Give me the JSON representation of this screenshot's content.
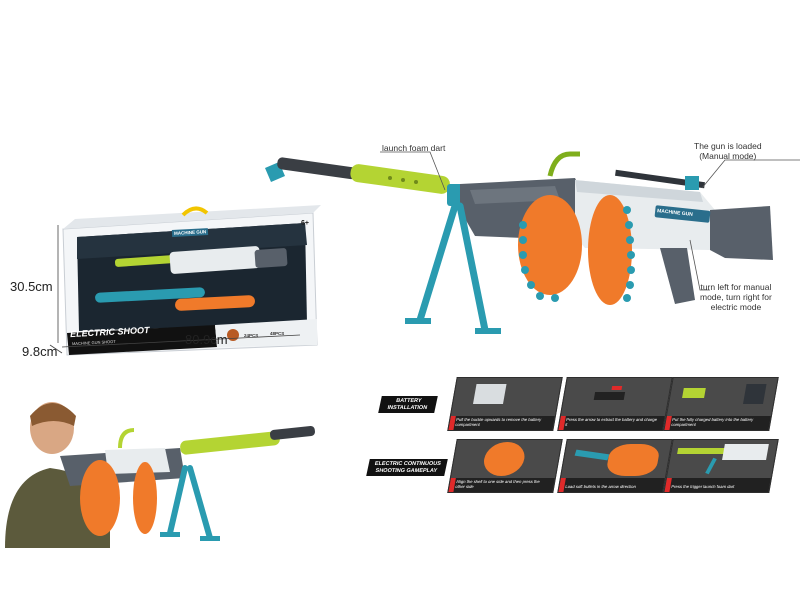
{
  "box": {
    "height_label": "30.5cm",
    "depth_label": "9.8cm",
    "width_label": "80.9cm",
    "brand_banner": "ELECTRIC SHOOT",
    "brand_sub": "MACHINE GUN SHOOT",
    "age_badge": "6+",
    "count_a": "24PCS",
    "count_b": "48PCS",
    "gun_logo": "MACHINE GUN"
  },
  "callouts": {
    "launch": "launch foam dart",
    "loaded_line1": "The gun is loaded",
    "loaded_line2": "(Manual mode)",
    "mode_line1": "turn left for manual",
    "mode_line2": "mode, turn right for",
    "mode_line3": "electric mode",
    "gun_logo": "MACHINE GUN"
  },
  "battery": {
    "tag_line1": "BATTERY",
    "tag_line2": "INSTALLATION",
    "steps": [
      "Pull the buckle upwards to remove the battery compartment",
      "Press the arrow to extract the battery and charge it",
      "Put the fully charged battery into the battery compartment"
    ]
  },
  "gameplay": {
    "tag_line1": "ELECTRIC CONTINUOUS",
    "tag_line2": "SHOOTING GAMEPLAY",
    "steps": [
      "Align the shell to one side and then press the other side",
      "Load soft bullets in the arrow direction",
      "Press the trigger launch foam dart"
    ]
  },
  "colors": {
    "lime": "#b4d433",
    "teal": "#2a9bb0",
    "orange": "#f07a2a",
    "grey": "#58606a",
    "white": "#e8ecee"
  }
}
